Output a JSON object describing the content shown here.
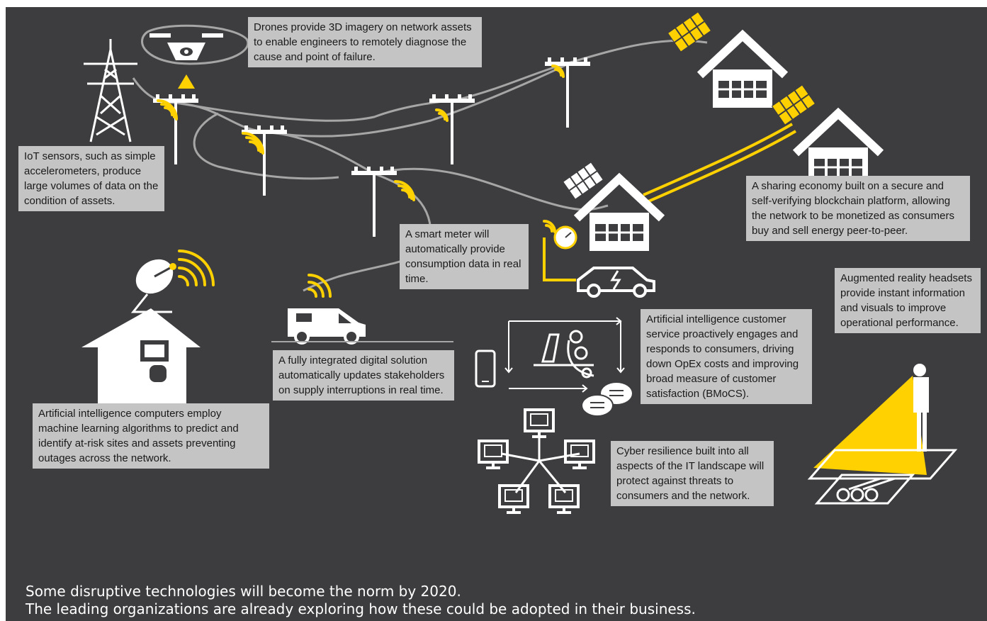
{
  "colors": {
    "background": "#3d3d3f",
    "callout_background": "#c4c4c4",
    "callout_text": "#1a1a1a",
    "accent_yellow": "#ffd100",
    "line_white": "#ffffff",
    "cable_gray": "#a6a6a6"
  },
  "icons": [
    "transmission-tower-icon",
    "drone-icon",
    "utility-pole-icon",
    "wireless-signal-icon",
    "house-icon",
    "solar-panel-icon",
    "smart-meter-icon",
    "electric-car-icon",
    "van-icon",
    "satellite-dish-icon",
    "data-center-house-icon",
    "mobile-phone-icon",
    "customer-service-agent-icon",
    "chat-bubbles-icon",
    "computer-network-icon",
    "ar-worker-icon",
    "underground-pipes-icon"
  ],
  "callouts": {
    "drones": "Drones provide 3D imagery on network assets to enable engineers to remotely diagnose the cause and point of failure.",
    "iot": "IoT sensors, such as simple accelerometers, produce large volumes of data on the condition of assets.",
    "smart_meter": "A smart meter will automatically provide consumption data in real time.",
    "sharing_economy": "A sharing economy built on a secure and self-verifying blockchain platform, allowing the network to be monetized as consumers buy and sell energy peer-to-peer.",
    "augmented_reality": "Augmented reality headsets provide instant information and visuals to improve operational performance.",
    "ai_customer_service": "Artificial intelligence customer service proactively engages and responds to consumers, driving down OpEx costs and improving broad measure of customer satisfaction (BMoCS).",
    "digital_solution": "A fully integrated digital solution automatically updates stakeholders on supply interruptions in real time.",
    "ai_computers": "Artificial intelligence computers employ machine learning algorithms to predict and identify at-risk sites and assets preventing outages across the network.",
    "cyber_resilience": "Cyber resilience built into all aspects of the IT landscape will protect against threats to consumers and the network."
  },
  "footer": {
    "line1": "Some disruptive technologies will become the norm by 2020.",
    "line2": "The leading organizations are already exploring how these could be adopted in their business."
  }
}
